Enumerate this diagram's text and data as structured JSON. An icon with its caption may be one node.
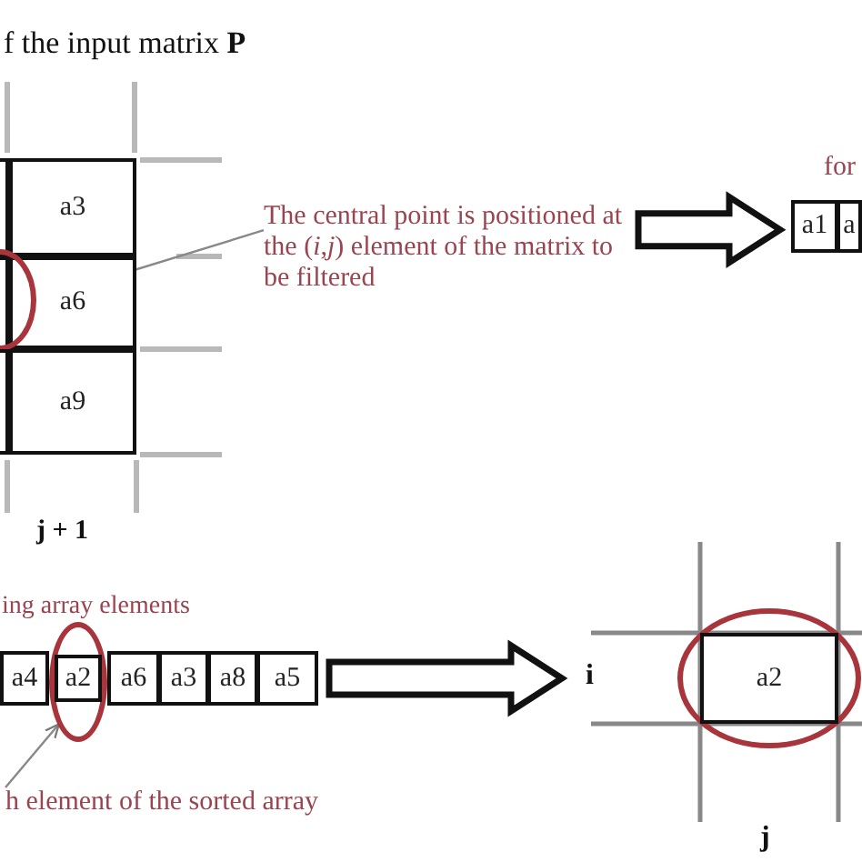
{
  "diagram": {
    "nodes": [
      {
        "text": [],
        "shape": "box"
      },
      {
        "text": [
          "a3"
        ]
      },
      {
        "text": [],
        "shape": "box"
      },
      {
        "text": [
          "a6"
        ]
      },
      {
        "text": [],
        "shape": "circle"
      },
      {
        "text": [],
        "shape": "box"
      },
      {
        "text": [
          "a9"
        ]
      },
      {
        "text": [
          "The central point is  positioned at the (*i*,*j*) element of the matrix to be filtered"
        ]
      },
      {
        "text": [
          "a1"
        ]
      },
      {
        "text": [
          "a"
        ]
      },
      {
        "text": [
          "a4"
        ]
      },
      {
        "text": [],
        "shape": "circle"
      },
      {
        "text": [
          "a2"
        ],
        "in": 11
      },
      {
        "text": [
          "a6"
        ]
      },
      {
        "text": [
          "a3"
        ]
      },
      {
        "text": [
          "a8"
        ]
      },
      {
        "text": [
          "a5"
        ]
      },
      {
        "text": [
          "h element of the sorted array"
        ]
      },
      {
        "text": [
          "a2"
        ]
      }
    ],
    "edges": [
      {
        "from": 7,
        "to": 4,
        "arrow": "to"
      },
      {
        "from": 7,
        "to": 8,
        "arrow": "to",
        "style": "thick"
      },
      {
        "from": 17,
        "to": 11,
        "arrow": "to"
      },
      {
        "from": 16,
        "to": 18,
        "arrow": "to",
        "style": "thick"
      }
    ],
    "labels": [
      "f the input matrix **P**",
      "for",
      "j + 1",
      "ing array elements",
      "i",
      "j"
    ]
  }
}
